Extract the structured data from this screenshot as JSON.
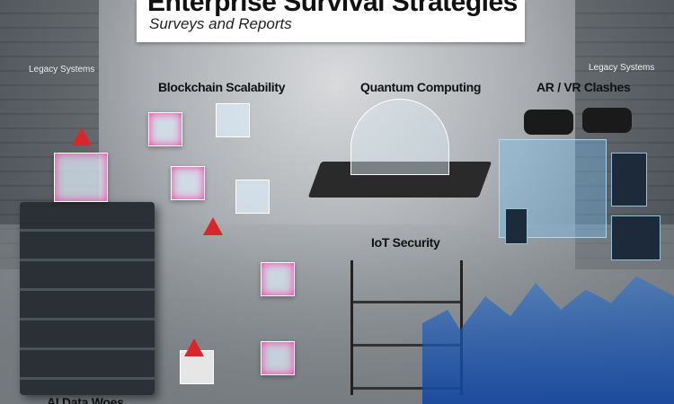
{
  "header": {
    "title": "Enterprise Survival Strategies",
    "subtitle": "Surveys and Reports"
  },
  "labels": {
    "legacy_left": "Legacy Systems",
    "legacy_right": "Legacy Systems",
    "blockchain": "Blockchain Scalability",
    "quantum": "Quantum Computing",
    "arvr": "AR / VR Clashes",
    "iot": "IoT Security",
    "ai": "AI Data Woes"
  },
  "colors": {
    "warning": "#d9262b",
    "hologram": "#3a8fe0",
    "title_bg": "#ffffff"
  }
}
